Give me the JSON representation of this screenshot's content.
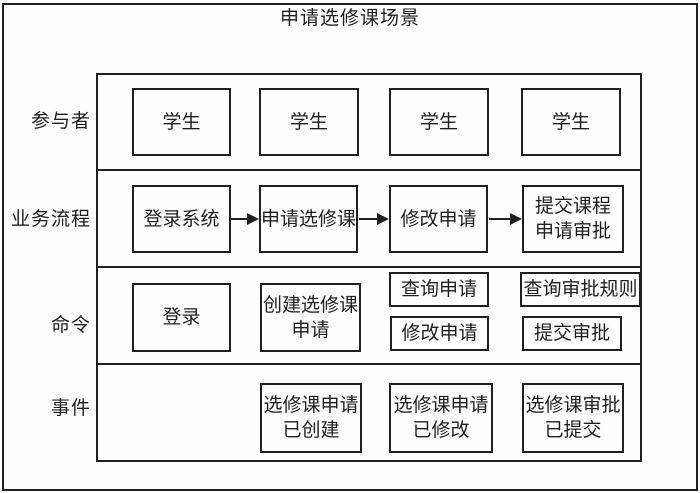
{
  "title": "申请选修课场景",
  "row_labels": {
    "participants": "参与者",
    "process": "业务流程",
    "commands": "命令",
    "events": "事件"
  },
  "participants": {
    "p1": "学生",
    "p2": "学生",
    "p3": "学生",
    "p4": "学生"
  },
  "process": {
    "s1": "登录系统",
    "s2": "申请选修课",
    "s3": "修改申请",
    "s4": "提交课程\n申请审批"
  },
  "commands": {
    "c1": "登录",
    "c2": "创建选修课\n申请",
    "c3a": "查询申请",
    "c3b": "修改申请",
    "c4a": "查询审批规则",
    "c4b": "提交审批"
  },
  "events": {
    "e2": "选修课申请\n已创建",
    "e3": "选修课申请\n已修改",
    "e4": "选修课审批\n已提交"
  },
  "colors": {
    "line": "#1f1f1f",
    "background": "#fdfdfd"
  }
}
